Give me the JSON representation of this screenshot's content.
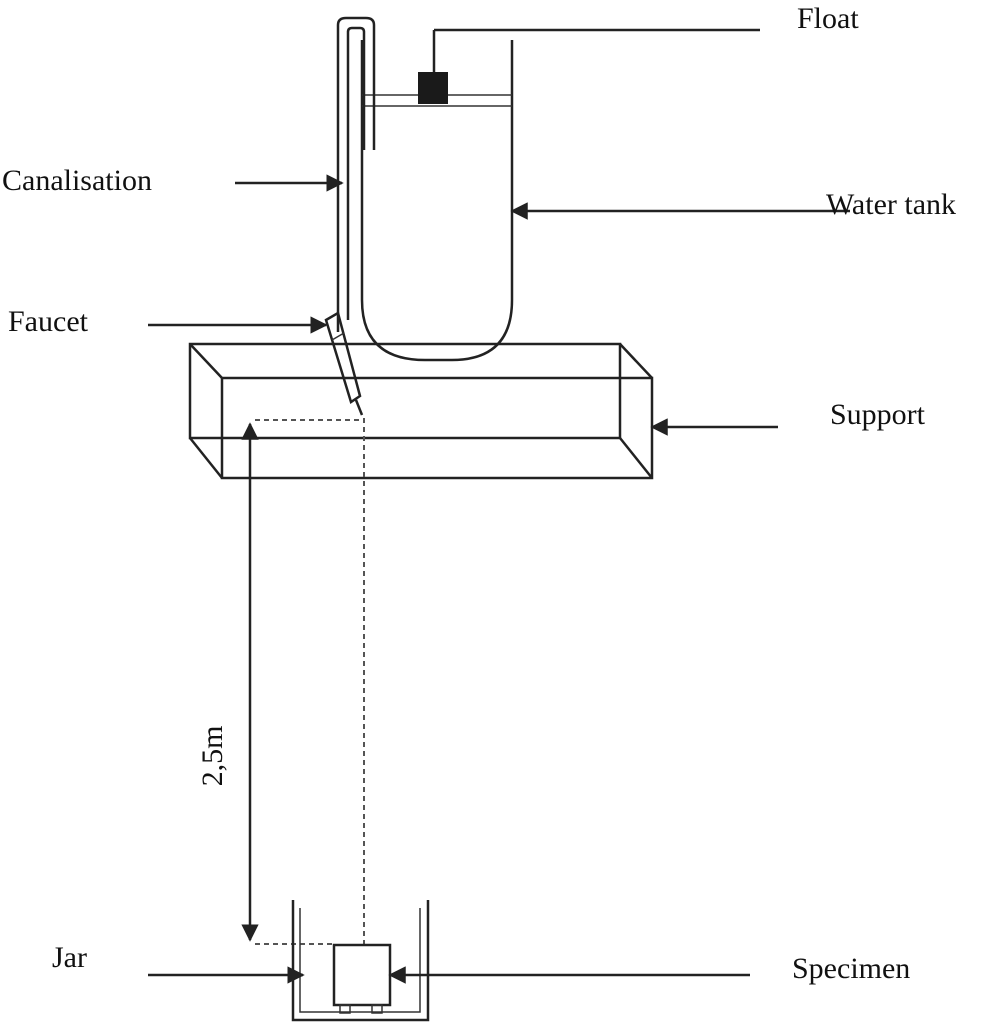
{
  "labels": {
    "float": "Float",
    "canalisation": "Canalisation",
    "water_tank": "Water tank",
    "faucet": "Faucet",
    "support": "Support",
    "height": "2,5m",
    "jar": "Jar",
    "specimen": "Specimen"
  },
  "colors": {
    "line": "#222222",
    "float_fill": "#1a1a1a"
  }
}
